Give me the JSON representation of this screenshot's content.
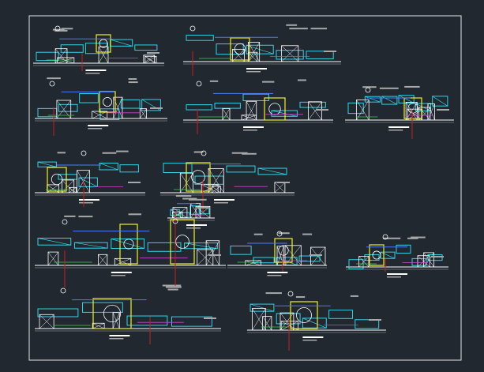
{
  "drawing": {
    "kind": "CAD HVAC air handling unit installation details",
    "colors": {
      "background": "#212830",
      "frame": "#e6e6e6",
      "duct": "#2fd3e8",
      "equipment": "#ffffff",
      "unit_housing": "#f0f02a",
      "guide_line": "#c81e1e",
      "blue_accent": "#4b7bff",
      "magenta_accent": "#d040d0",
      "green_accent": "#3ad24a",
      "dim_text": "#a8a8a8"
    },
    "views": [
      {
        "id": "view-01"
      },
      {
        "id": "view-02"
      },
      {
        "id": "view-03"
      },
      {
        "id": "view-04"
      },
      {
        "id": "view-05"
      },
      {
        "id": "view-06"
      },
      {
        "id": "view-07"
      },
      {
        "id": "view-08"
      },
      {
        "id": "view-09"
      },
      {
        "id": "view-10"
      },
      {
        "id": "view-11"
      },
      {
        "id": "view-12"
      },
      {
        "id": "view-13"
      }
    ]
  }
}
